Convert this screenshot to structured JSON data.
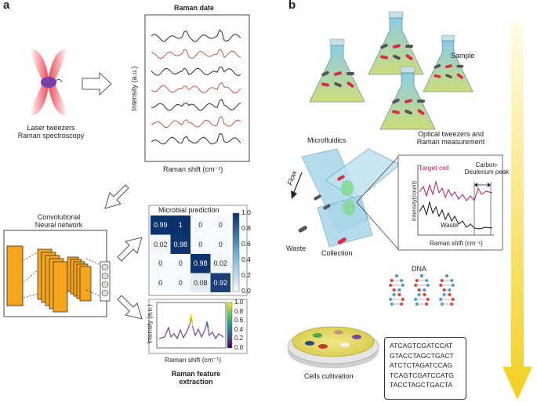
{
  "panels": {
    "a": "a",
    "b": "b"
  },
  "panel_a": {
    "raman_title": "Raman date",
    "raman_ylabel": "Intensity (a.u.)",
    "raman_xlabel": "Raman shift (cm⁻¹)",
    "laser_label_line1": "Laser tweezers",
    "laser_label_line2": "Raman spectroscopy",
    "cnn_label_line1": "Convolutional",
    "cnn_label_line2": "Neural network",
    "prediction_title": "Microbial prediction",
    "matrix": [
      [
        "0.99",
        "1",
        "0",
        "0"
      ],
      [
        "0.02",
        "0.98",
        "0",
        "0"
      ],
      [
        "0",
        "0",
        "0.98",
        "0.02"
      ],
      [
        "0",
        "0",
        "0.08",
        "0.92"
      ]
    ],
    "matrix_values": [
      [
        0.99,
        1,
        0,
        0
      ],
      [
        0.02,
        0.98,
        0,
        0
      ],
      [
        0,
        0,
        0.98,
        0.02
      ],
      [
        0,
        0,
        0.08,
        0.92
      ]
    ],
    "colorbar_ticks": [
      "1.0",
      "0.8",
      "0.6",
      "0.4",
      "0.2",
      "0.0"
    ],
    "feature_ylabel": "Intensity (a.u.)",
    "feature_xlabel": "Raman shift (cm⁻¹)",
    "feature_title_line1": "Raman feature",
    "feature_title_line2": "extraction",
    "feature_colorbar_ticks": [
      "1.0",
      "0.8",
      "0.6",
      "0.4",
      "0.2",
      "0.0"
    ]
  },
  "panel_b": {
    "sample_label": "Sample",
    "microfluidics_label": "Microfluidics",
    "flow_label": "Flow",
    "waste_label": "Waste",
    "collection_label": "Collection",
    "optical_label_line1": "Optical tweezers and",
    "optical_label_line2": "Raman measurement",
    "target_cell_label": "Target cell",
    "cd_peak_line1": "Carbon-",
    "cd_peak_line2": "Deuterium peak",
    "spectrum_ylabel": "Intensity(count)",
    "spectrum_waste_label": "Waste",
    "spectrum_xlabel": "Raman shift (cm⁻¹)",
    "dna_label": "DNA",
    "cells_label": "Cells cultivation",
    "dna_sequences": [
      "ATCAGTCGATCCAT",
      "GTACCTAGCTGACT",
      "ATCTCTAGATCCAG",
      "TCAGTCGATCCATG",
      "TACCTAGCTGACTA"
    ]
  },
  "colors": {
    "spectrum_dark": "#2b2b2b",
    "spectrum_red": "#c9574a",
    "matrix_dark": "#08306b",
    "arrow_yellow": "#f5d42a",
    "target_red": "#c2185b"
  }
}
